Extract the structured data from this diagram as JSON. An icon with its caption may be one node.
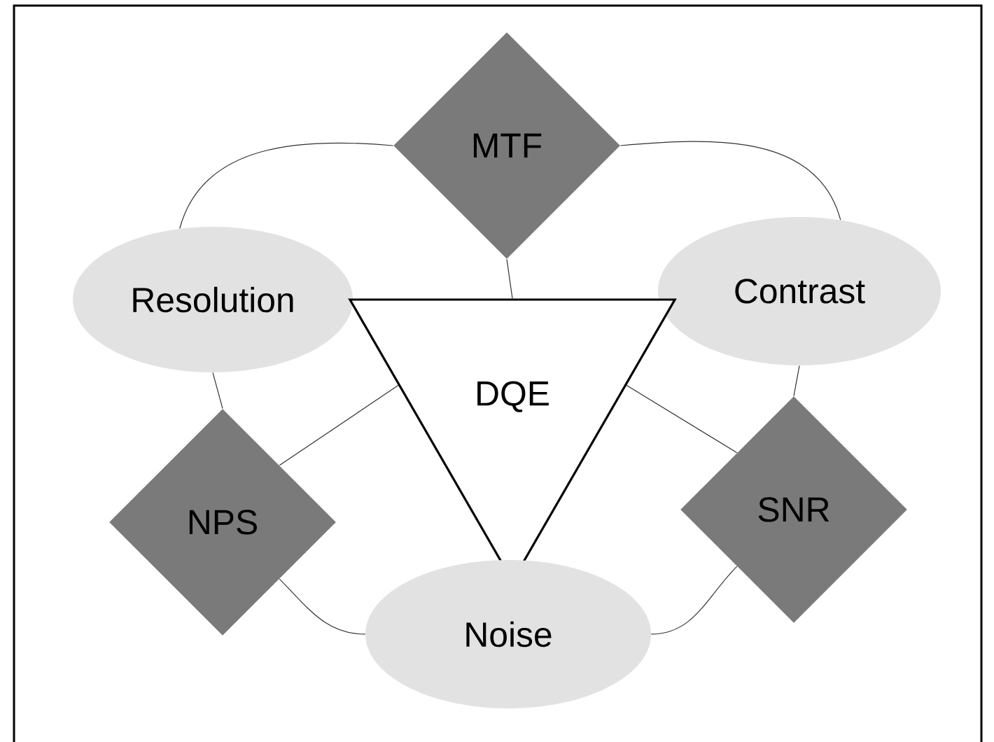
{
  "diagram": {
    "nodes": [
      {
        "text": [
          "MTF"
        ]
      },
      {
        "text": [
          "Resolution"
        ]
      },
      {
        "text": [
          "Contrast"
        ]
      },
      {
        "text": [
          "DQE"
        ]
      },
      {
        "text": [
          "NPS"
        ]
      },
      {
        "text": [
          "SNR"
        ]
      },
      {
        "text": [
          "Noise"
        ]
      }
    ],
    "edges": [
      {
        "from": 1,
        "to": 0,
        "arrow": "none"
      },
      {
        "from": 0,
        "to": 2,
        "arrow": "none"
      },
      {
        "from": 0,
        "to": 3,
        "arrow": "none"
      },
      {
        "from": 1,
        "to": 4,
        "arrow": "none"
      },
      {
        "from": 2,
        "to": 5,
        "arrow": "none"
      },
      {
        "from": 4,
        "to": 3,
        "arrow": "none"
      },
      {
        "from": 5,
        "to": 3,
        "arrow": "none"
      },
      {
        "from": 4,
        "to": 6,
        "arrow": "none"
      },
      {
        "from": 5,
        "to": 6,
        "arrow": "none"
      }
    ]
  }
}
